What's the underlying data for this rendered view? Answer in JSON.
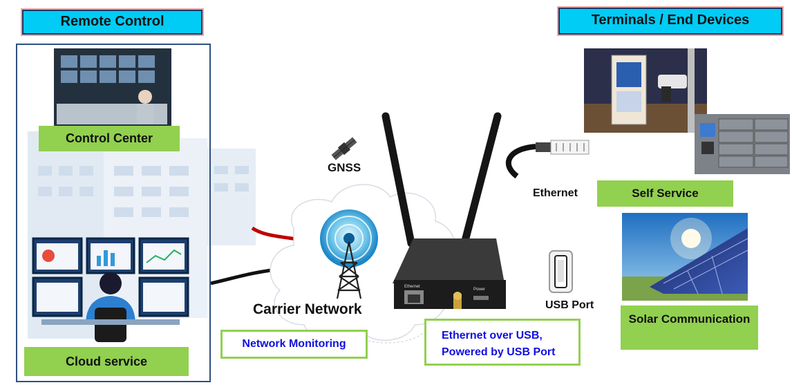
{
  "left": {
    "header": "Remote Control",
    "control_center": "Control Center",
    "cloud_service": "Cloud service"
  },
  "right": {
    "header": "Terminals / End Devices",
    "self_service": "Self Service",
    "solar": "Solar Communication"
  },
  "center": {
    "gnss": "GNSS",
    "carrier_network": "Carrier Network",
    "network_monitoring": "Network Monitoring",
    "ethernet": "Ethernet",
    "usb_port": "USB Port",
    "ethernet_over_usb_line1": "Ethernet over USB,",
    "ethernet_over_usb_line2": "Powered by USB Port",
    "router_port_ethernet": "Ethernet",
    "router_port_power": "Power"
  },
  "colors": {
    "header_bg": "#00ccf5",
    "label_green": "#92d050",
    "text_blue": "#1010e0",
    "panel_border": "#2f4f7f"
  }
}
